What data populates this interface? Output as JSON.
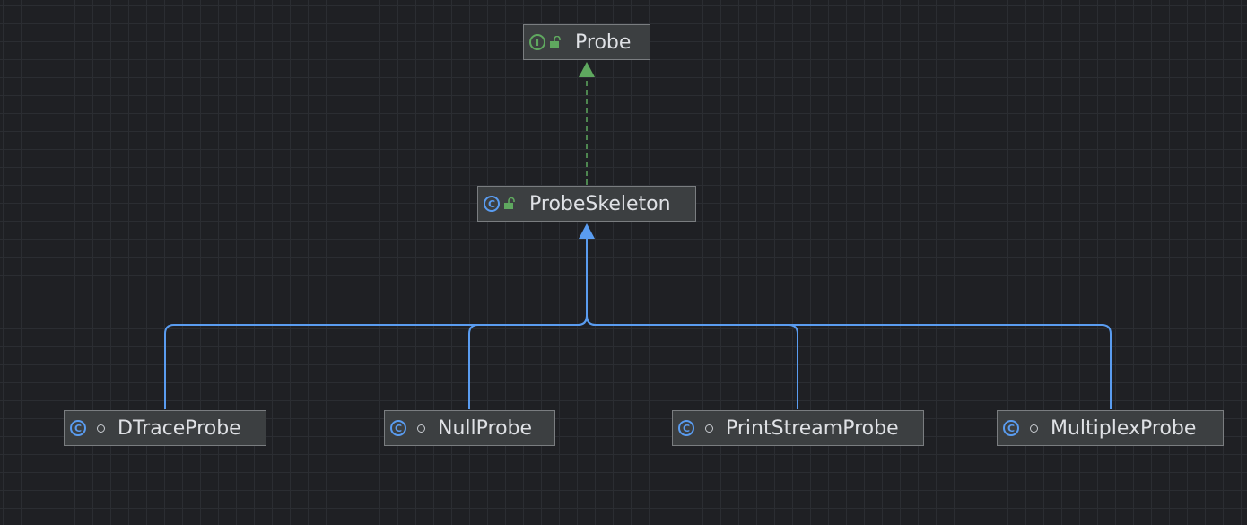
{
  "colors": {
    "background": "#1f2024",
    "node_fill": "#3c3f41",
    "node_border": "#7a7d80",
    "implements_edge": "#5fa85f",
    "extends_edge": "#5a9cf0",
    "text": "#dfe1e5"
  },
  "nodes": {
    "probe": {
      "label": "Probe",
      "kind": "interface",
      "badge_letter": "I",
      "modifier": "public"
    },
    "probe_skeleton": {
      "label": "ProbeSkeleton",
      "kind": "class",
      "badge_letter": "C",
      "modifier": "public"
    },
    "dtrace_probe": {
      "label": "DTraceProbe",
      "kind": "class",
      "badge_letter": "C",
      "modifier": "package-private"
    },
    "null_probe": {
      "label": "NullProbe",
      "kind": "class",
      "badge_letter": "C",
      "modifier": "package-private"
    },
    "printstream_probe": {
      "label": "PrintStreamProbe",
      "kind": "class",
      "badge_letter": "C",
      "modifier": "package-private"
    },
    "multiplex_probe": {
      "label": "MultiplexProbe",
      "kind": "class",
      "badge_letter": "C",
      "modifier": "package-private"
    }
  },
  "edges": [
    {
      "from": "probe_skeleton",
      "to": "probe",
      "type": "implements",
      "style": "dashed"
    },
    {
      "from": "dtrace_probe",
      "to": "probe_skeleton",
      "type": "extends",
      "style": "solid"
    },
    {
      "from": "null_probe",
      "to": "probe_skeleton",
      "type": "extends",
      "style": "solid"
    },
    {
      "from": "printstream_probe",
      "to": "probe_skeleton",
      "type": "extends",
      "style": "solid"
    },
    {
      "from": "multiplex_probe",
      "to": "probe_skeleton",
      "type": "extends",
      "style": "solid"
    }
  ]
}
